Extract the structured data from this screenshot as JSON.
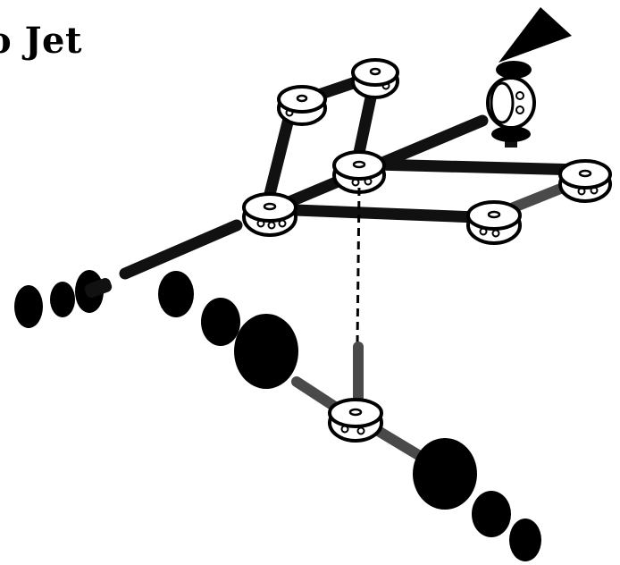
{
  "title": "o Jet",
  "colors": {
    "ink": "#000000",
    "rod": "#111111",
    "rod_textured": "#4a4a4a",
    "connector_fill": "#ffffff",
    "background": "#ffffff"
  },
  "parts": {
    "connectors": [
      "connector",
      "connector",
      "connector",
      "connector",
      "connector",
      "connector",
      "connector",
      "connector"
    ],
    "rods": [
      "rod",
      "rod",
      "rod",
      "rod",
      "rod",
      "rod",
      "rod",
      "rod",
      "rod"
    ],
    "wheels": [
      "wheel",
      "wheel",
      "wheel",
      "wheel",
      "wheel",
      "wheel",
      "wheel"
    ],
    "nose_cone": "cone"
  }
}
